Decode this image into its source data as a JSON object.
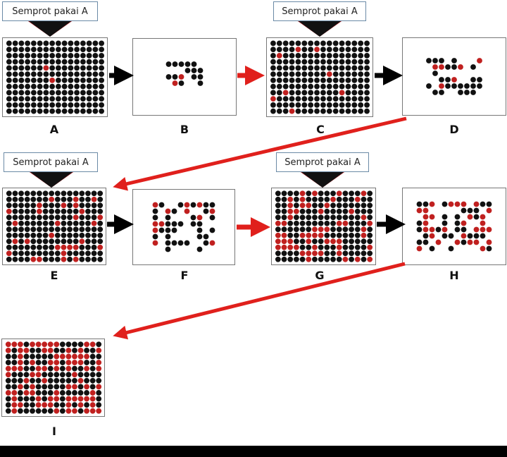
{
  "spray_label": "Semprot pakai A",
  "colors": {
    "resistant": "#c0201f",
    "susceptible": "#111111",
    "arrow_red": "#e0201c",
    "arrow_black": "#000000"
  },
  "panels": [
    {
      "letter": "A",
      "kind": "grid",
      "red_fraction": 0.01,
      "sprayed": true
    },
    {
      "letter": "B",
      "kind": "survivors",
      "count": 16,
      "red_count": 2
    },
    {
      "letter": "C",
      "kind": "grid",
      "red_fraction": 0.04,
      "sprayed": true
    },
    {
      "letter": "D",
      "kind": "survivors",
      "count": 30,
      "red_count": 6
    },
    {
      "letter": "E",
      "kind": "grid",
      "red_fraction": 0.1,
      "sprayed": true
    },
    {
      "letter": "F",
      "kind": "survivors",
      "count": 45,
      "red_count": 12
    },
    {
      "letter": "G",
      "kind": "grid",
      "red_fraction": 0.25,
      "sprayed": true
    },
    {
      "letter": "H",
      "kind": "survivors",
      "count": 60,
      "red_count": 30
    },
    {
      "letter": "I",
      "kind": "grid",
      "red_fraction": 0.4,
      "sprayed": false
    }
  ]
}
